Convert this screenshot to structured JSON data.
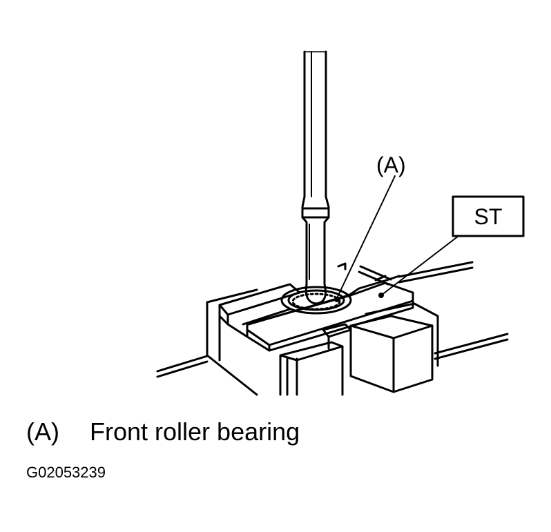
{
  "diagram": {
    "callouts": {
      "bearing_label": "(A)",
      "tool_label": "ST"
    },
    "legend": [
      {
        "key": "(A)",
        "description": "Front roller bearing"
      }
    ],
    "figure_id": "G02053239"
  }
}
